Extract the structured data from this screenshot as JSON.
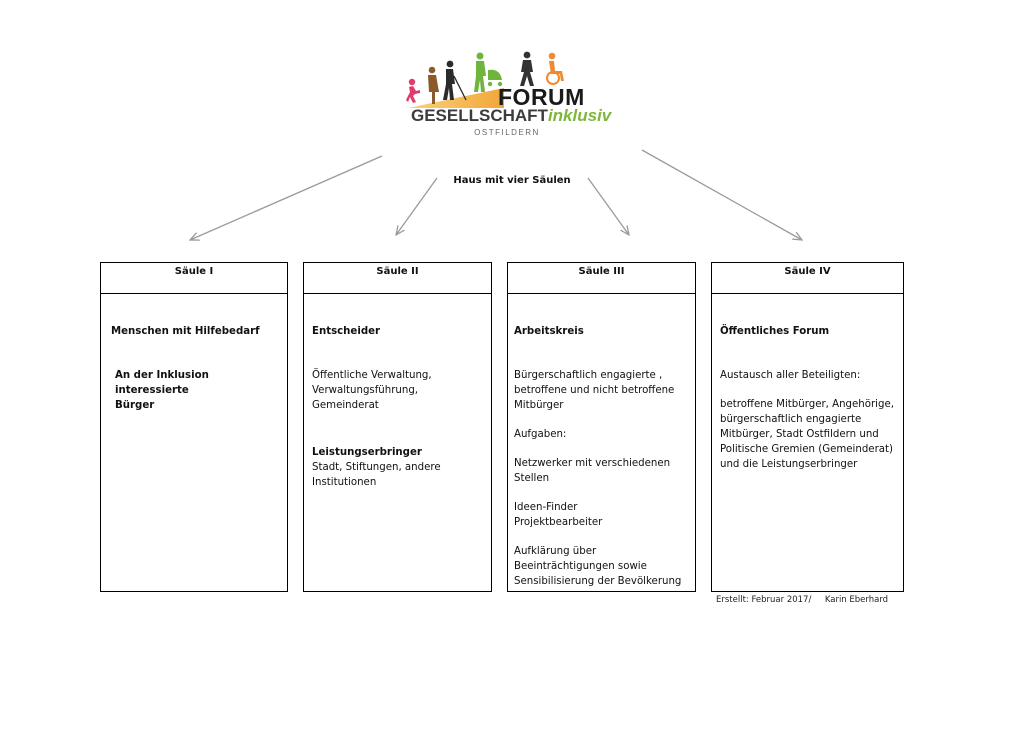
{
  "logo": {
    "line1": "FORUM",
    "line2_main": "GESELLSCHAFT",
    "line2_accent": "inklusiv",
    "line3": "OSTFILDERN",
    "colors": {
      "ramp": "#f2a63a",
      "accent_green": "#7fb73c",
      "runner": "#e23a6e",
      "walker": "#333333",
      "pram": "#6fb43d",
      "wheelchair": "#ef8a2e"
    }
  },
  "diagram": {
    "title": "Haus mit  vier Säulen",
    "pillars": [
      {
        "heading": "Säule I",
        "title": "Menschen mit Hilfebedarf",
        "lines": [
          "An der Inklusion interessierte",
          "Bürger"
        ]
      },
      {
        "heading": "Säule II",
        "title": "Entscheider",
        "block1": [
          "Öffentliche Verwaltung,",
          "Verwaltungsführung,",
          "Gemeinderat"
        ],
        "subtitle": "Leistungserbringer",
        "block2": [
          "Stadt, Stiftungen, andere",
          "Institutionen"
        ]
      },
      {
        "heading": "Säule III",
        "title": "Arbeitskreis",
        "block1": [
          "Bürgerschaftlich engagierte ,",
          "betroffene und nicht betroffene",
          "Mitbürger"
        ],
        "tasks_label": "Aufgaben:",
        "task1": [
          "Netzwerker mit verschiedenen",
          "Stellen"
        ],
        "task2": [
          "Ideen-Finder",
          "Projektbearbeiter"
        ],
        "task3": [
          "Aufklärung über",
          "Beeinträchtigungen sowie",
          "Sensibilisierung der Bevölkerung"
        ]
      },
      {
        "heading": "Säule IV",
        "title": "Öffentliches Forum",
        "intro": "Austausch aller Beteiligten:",
        "block1": [
          "betroffene Mitbürger, Angehörige,",
          "bürgerschaftlich engagierte",
          "Mitbürger, Stadt Ostfildern und",
          "Politische Gremien (Gemeinderat)",
          "und die Leistungserbringer"
        ]
      }
    ],
    "footer": "Erstellt: Februar 2017/     Karin Eberhard"
  }
}
